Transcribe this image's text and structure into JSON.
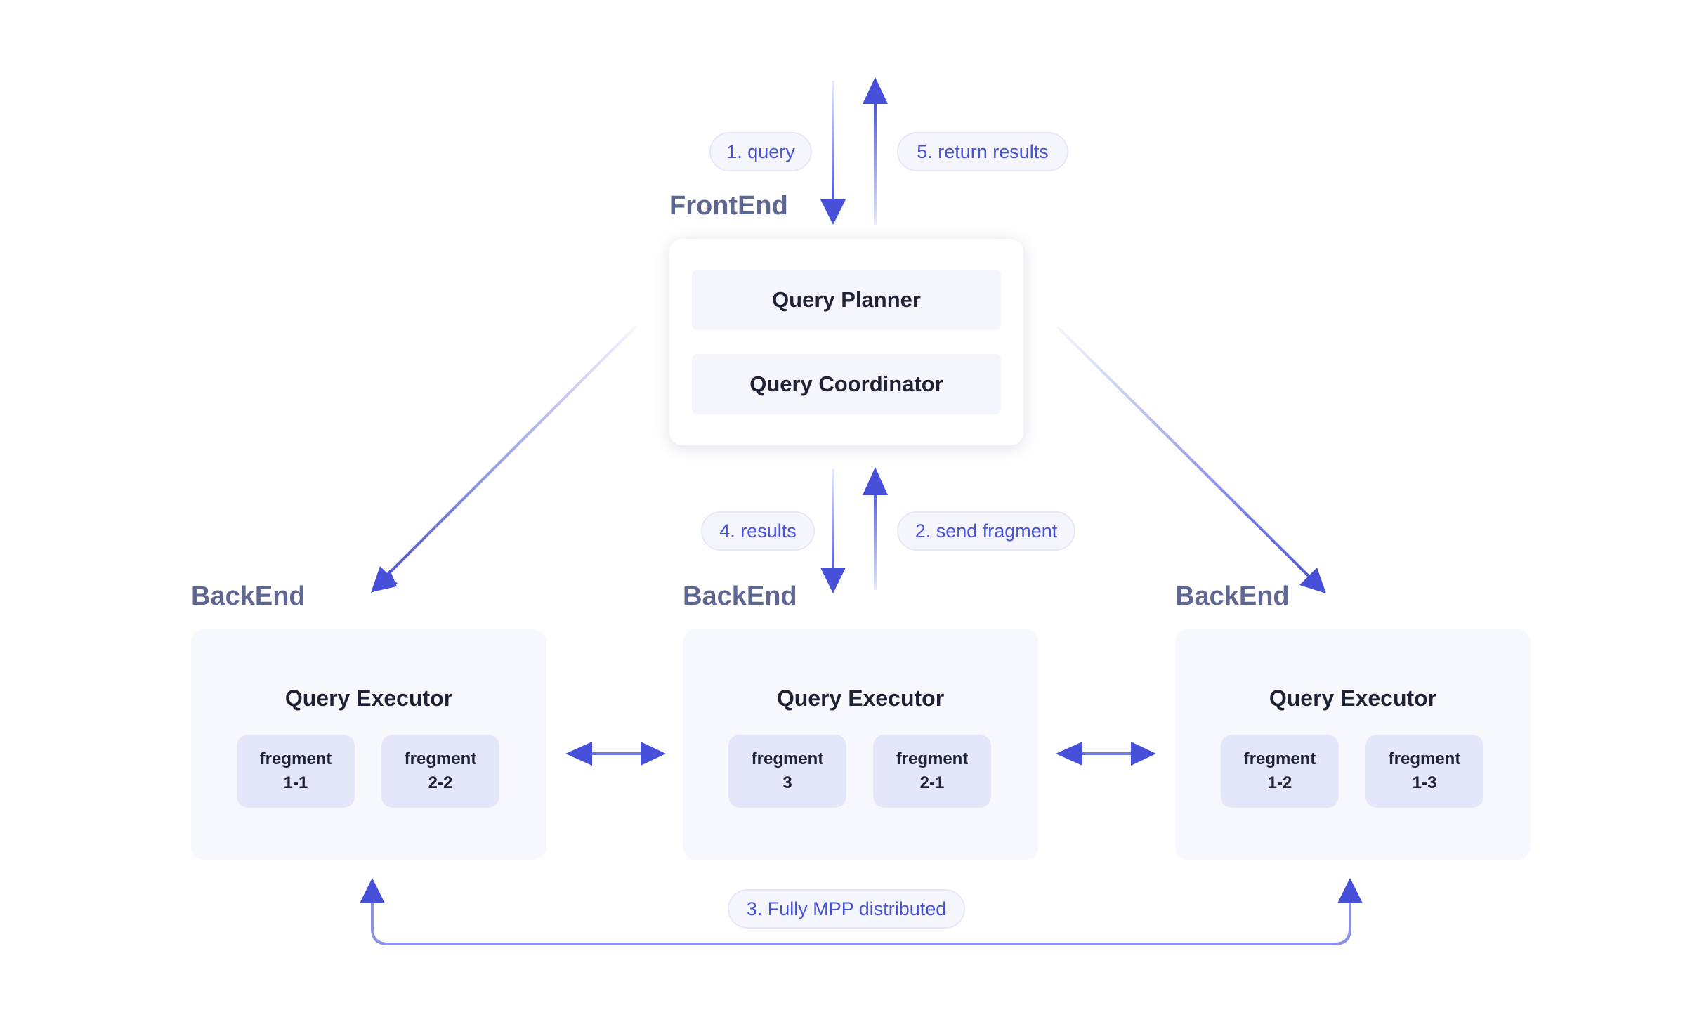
{
  "colors": {
    "arrow": "#4650d8",
    "pill_text": "#4650d8",
    "title": "#5e6691",
    "card_bg": "#f7f8fd",
    "fragment_bg": "#e4e7fa"
  },
  "frontend": {
    "title": "FrontEnd",
    "modules": [
      "Query Planner",
      "Query Coordinator"
    ]
  },
  "backends": [
    {
      "title": "BackEnd",
      "executor": "Query Executor",
      "fragments": [
        {
          "line1": "fregment",
          "line2": "1-1"
        },
        {
          "line1": "fregment",
          "line2": "2-2"
        }
      ]
    },
    {
      "title": "BackEnd",
      "executor": "Query Executor",
      "fragments": [
        {
          "line1": "fregment",
          "line2": "3"
        },
        {
          "line1": "fregment",
          "line2": "2-1"
        }
      ]
    },
    {
      "title": "BackEnd",
      "executor": "Query Executor",
      "fragments": [
        {
          "line1": "fregment",
          "line2": "1-2"
        },
        {
          "line1": "fregment",
          "line2": "1-3"
        }
      ]
    }
  ],
  "steps": {
    "query": "1. query",
    "send_fragment": "2. send fragment",
    "distributed": "3. Fully MPP distributed",
    "results": "4. results",
    "return_results": "5. return results"
  }
}
